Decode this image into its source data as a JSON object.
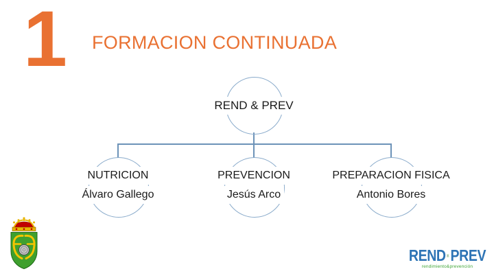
{
  "slide": {
    "number": "1",
    "title": "FORMACION CONTINUADA"
  },
  "org_chart": {
    "root_label": "REND & PREV",
    "children": [
      {
        "role": "NUTRICION",
        "person": "Álvaro Gallego"
      },
      {
        "role": "PREVENCION",
        "person": "Jesús Arco"
      },
      {
        "role": "PREPARACION FISICA",
        "person": "Antonio Bores"
      }
    ]
  },
  "footer": {
    "crest_icon": "federation-crest-icon",
    "logo": {
      "word_left": "REND",
      "icon": "runners-icon",
      "word_right": "PREV",
      "tagline": "rendimiento&prevención"
    }
  },
  "colors": {
    "accent_orange": "#E97132",
    "connector_blue": "#6C92B8",
    "circle_blue": "#8AABCB",
    "logo_blue": "#2E74B5",
    "logo_green": "#3FA535",
    "crest_green": "#3FA02E",
    "crest_gold": "#E8B400",
    "crest_red": "#C00000"
  }
}
